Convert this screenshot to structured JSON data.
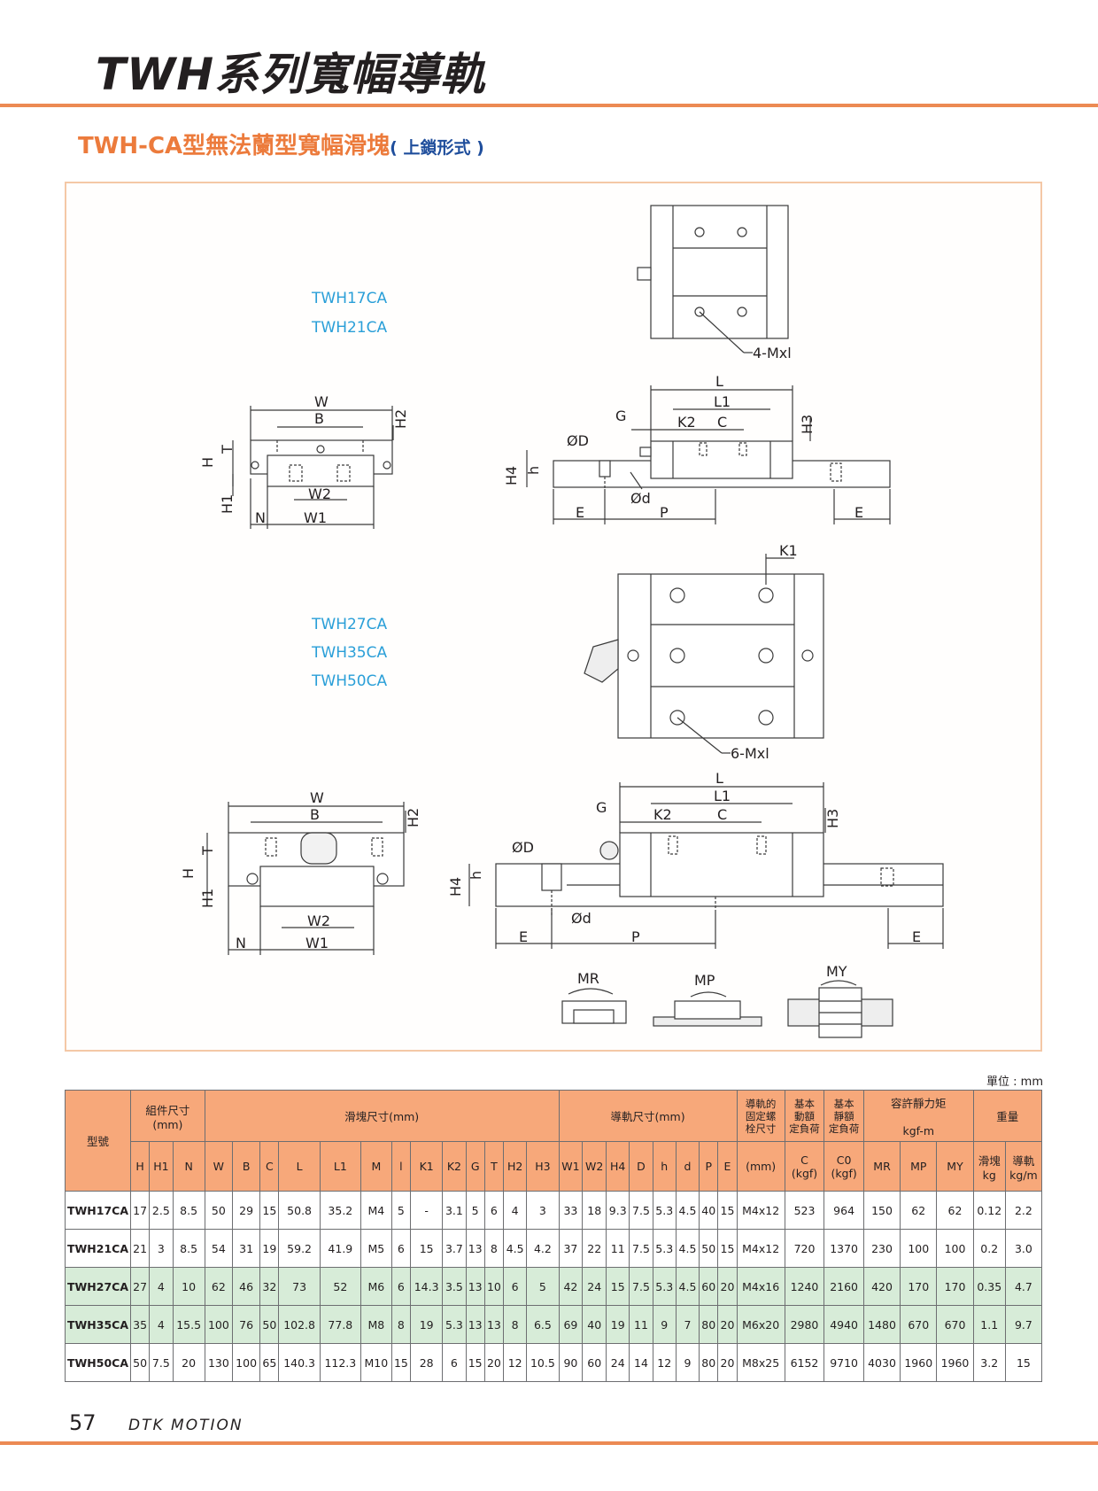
{
  "title": "TWH系列寬幅導軌",
  "subtitle": "TWH-CA型無法蘭型寬幅滑塊",
  "subtitle_note": "( 上鎖形式 )",
  "group1_models": [
    "TWH17CA",
    "TWH21CA"
  ],
  "group2_models": [
    "TWH27CA",
    "TWH35CA",
    "TWH50CA"
  ],
  "labels": {
    "W": "W",
    "B": "B",
    "H": "H",
    "T": "T",
    "H1": "H1",
    "H2": "H2",
    "H3": "H3",
    "H4": "H4",
    "N": "N",
    "W1": "W1",
    "W2": "W2",
    "L": "L",
    "L1": "L1",
    "C": "C",
    "G": "G",
    "K1": "K1",
    "K2": "K2",
    "D": "ØD",
    "d": "Ød",
    "h": "h",
    "E": "E",
    "P": "P",
    "holes4": "4-Mxl",
    "holes6": "6-Mxl",
    "MR": "MR",
    "MP": "MP",
    "MY": "MY"
  },
  "unit": "單位 : mm",
  "table": {
    "header_model": "型號",
    "group_assembly": [
      "組件尺寸",
      "(mm)"
    ],
    "group_block": "滑塊尺寸(mm)",
    "group_rail": "導軌尺寸(mm)",
    "group_bolt": [
      "導軌的",
      "固定螺",
      "栓尺寸"
    ],
    "group_dyn": [
      "基本",
      "動額",
      "定負荷"
    ],
    "group_static": [
      "基本",
      "靜額",
      "定負荷"
    ],
    "group_moment": "容許靜力矩",
    "group_moment_unit": "kgf-m",
    "group_weight": "重量",
    "sub_assembly": [
      "H",
      "H1",
      "N"
    ],
    "sub_block": [
      "W",
      "B",
      "C",
      "L",
      "L1",
      "M",
      "l",
      "K1",
      "K2",
      "G",
      "T",
      "H2",
      "H3"
    ],
    "sub_rail": [
      "W1",
      "W2",
      "H4",
      "D",
      "h",
      "d",
      "P",
      "E"
    ],
    "sub_bolt": "(mm)",
    "sub_c": [
      "C",
      "(kgf)"
    ],
    "sub_c0": [
      "C0",
      "(kgf)"
    ],
    "sub_moment": [
      "MR",
      "MP",
      "MY"
    ],
    "sub_weight_block": [
      "滑塊",
      "kg"
    ],
    "sub_weight_rail": [
      "導軌",
      "kg/m"
    ],
    "rows": [
      [
        "TWH17CA",
        "17",
        "2.5",
        "8.5",
        "50",
        "29",
        "15",
        "50.8",
        "35.2",
        "M4",
        "5",
        "-",
        "3.1",
        "5",
        "6",
        "4",
        "3",
        "33",
        "18",
        "9.3",
        "7.5",
        "5.3",
        "4.5",
        "40",
        "15",
        "M4x12",
        "523",
        "964",
        "150",
        "62",
        "62",
        "0.12",
        "2.2"
      ],
      [
        "TWH21CA",
        "21",
        "3",
        "8.5",
        "54",
        "31",
        "19",
        "59.2",
        "41.9",
        "M5",
        "6",
        "15",
        "3.7",
        "13",
        "8",
        "4.5",
        "4.2",
        "37",
        "22",
        "11",
        "7.5",
        "5.3",
        "4.5",
        "50",
        "15",
        "M4x12",
        "720",
        "1370",
        "230",
        "100",
        "100",
        "0.2",
        "3.0"
      ],
      [
        "TWH27CA",
        "27",
        "4",
        "10",
        "62",
        "46",
        "32",
        "73",
        "52",
        "M6",
        "6",
        "14.3",
        "3.5",
        "13",
        "10",
        "6",
        "5",
        "42",
        "24",
        "15",
        "7.5",
        "5.3",
        "4.5",
        "60",
        "20",
        "M4x16",
        "1240",
        "2160",
        "420",
        "170",
        "170",
        "0.35",
        "4.7"
      ],
      [
        "TWH35CA",
        "35",
        "4",
        "15.5",
        "100",
        "76",
        "50",
        "102.8",
        "77.8",
        "M8",
        "8",
        "19",
        "5.3",
        "13",
        "13",
        "8",
        "6.5",
        "69",
        "40",
        "19",
        "11",
        "9",
        "7",
        "80",
        "20",
        "M6x20",
        "2980",
        "4940",
        "1480",
        "670",
        "670",
        "1.1",
        "9.7"
      ],
      [
        "TWH50CA",
        "50",
        "7.5",
        "20",
        "130",
        "100",
        "65",
        "140.3",
        "112.3",
        "M10",
        "15",
        "28",
        "6",
        "15",
        "20",
        "12",
        "10.5",
        "90",
        "60",
        "24",
        "14",
        "12",
        "9",
        "80",
        "20",
        "M8x25",
        "6152",
        "9710",
        "4030",
        "1960",
        "1960",
        "3.2",
        "15"
      ]
    ]
  },
  "page_number": "57",
  "brand": "DTK MOTION"
}
